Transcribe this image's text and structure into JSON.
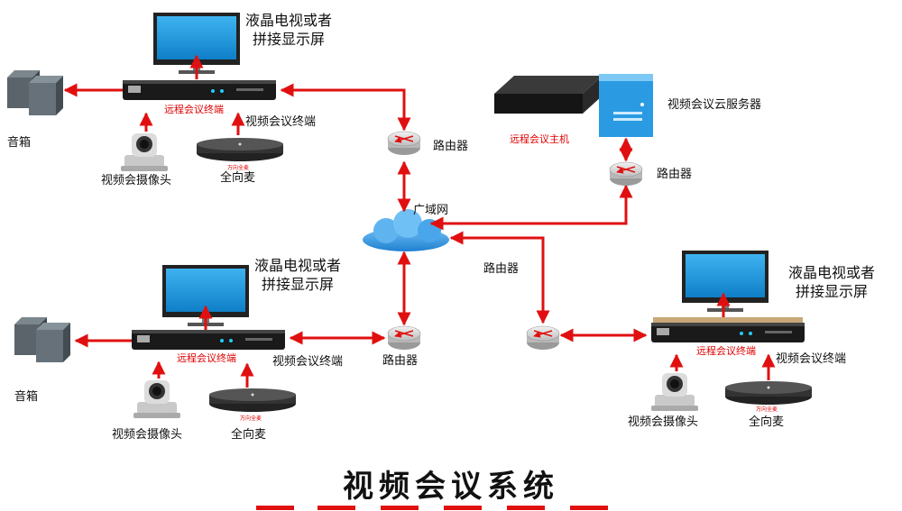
{
  "sites": {
    "top": {
      "display_line1": "液晶电视或者",
      "display_line2": "拼接显示屏",
      "terminal_tag": "远程会议终端",
      "terminal": "视频会议终端",
      "speaker": "音箱",
      "camera": "视频会摄像头",
      "mic": "全向麦",
      "mic_tag": "万向全麦",
      "router": "路由器"
    },
    "left": {
      "display_line1": "液晶电视或者",
      "display_line2": "拼接显示屏",
      "terminal_tag": "远程会议终端",
      "terminal": "视频会议终端",
      "speaker": "音箱",
      "camera": "视频会摄像头",
      "mic": "全向麦",
      "mic_tag": "万向全麦",
      "router": "路由器"
    },
    "right": {
      "display_line1": "液晶电视或者",
      "display_line2": "拼接显示屏",
      "terminal_tag": "远程会议终端",
      "terminal": "视频会议终端",
      "camera": "视频会摄像头",
      "mic": "全向麦",
      "mic_tag": "万向全麦",
      "router": "路由器"
    }
  },
  "cloud": {
    "server": "视频会议云服务器",
    "host": "远程会议主机",
    "router": "路由器"
  },
  "wan": "广域网",
  "title": "视频会议系统",
  "colors": {
    "arrow": "#e01010",
    "cloud": "#2f8ee0",
    "screen": "#1e9be0"
  }
}
